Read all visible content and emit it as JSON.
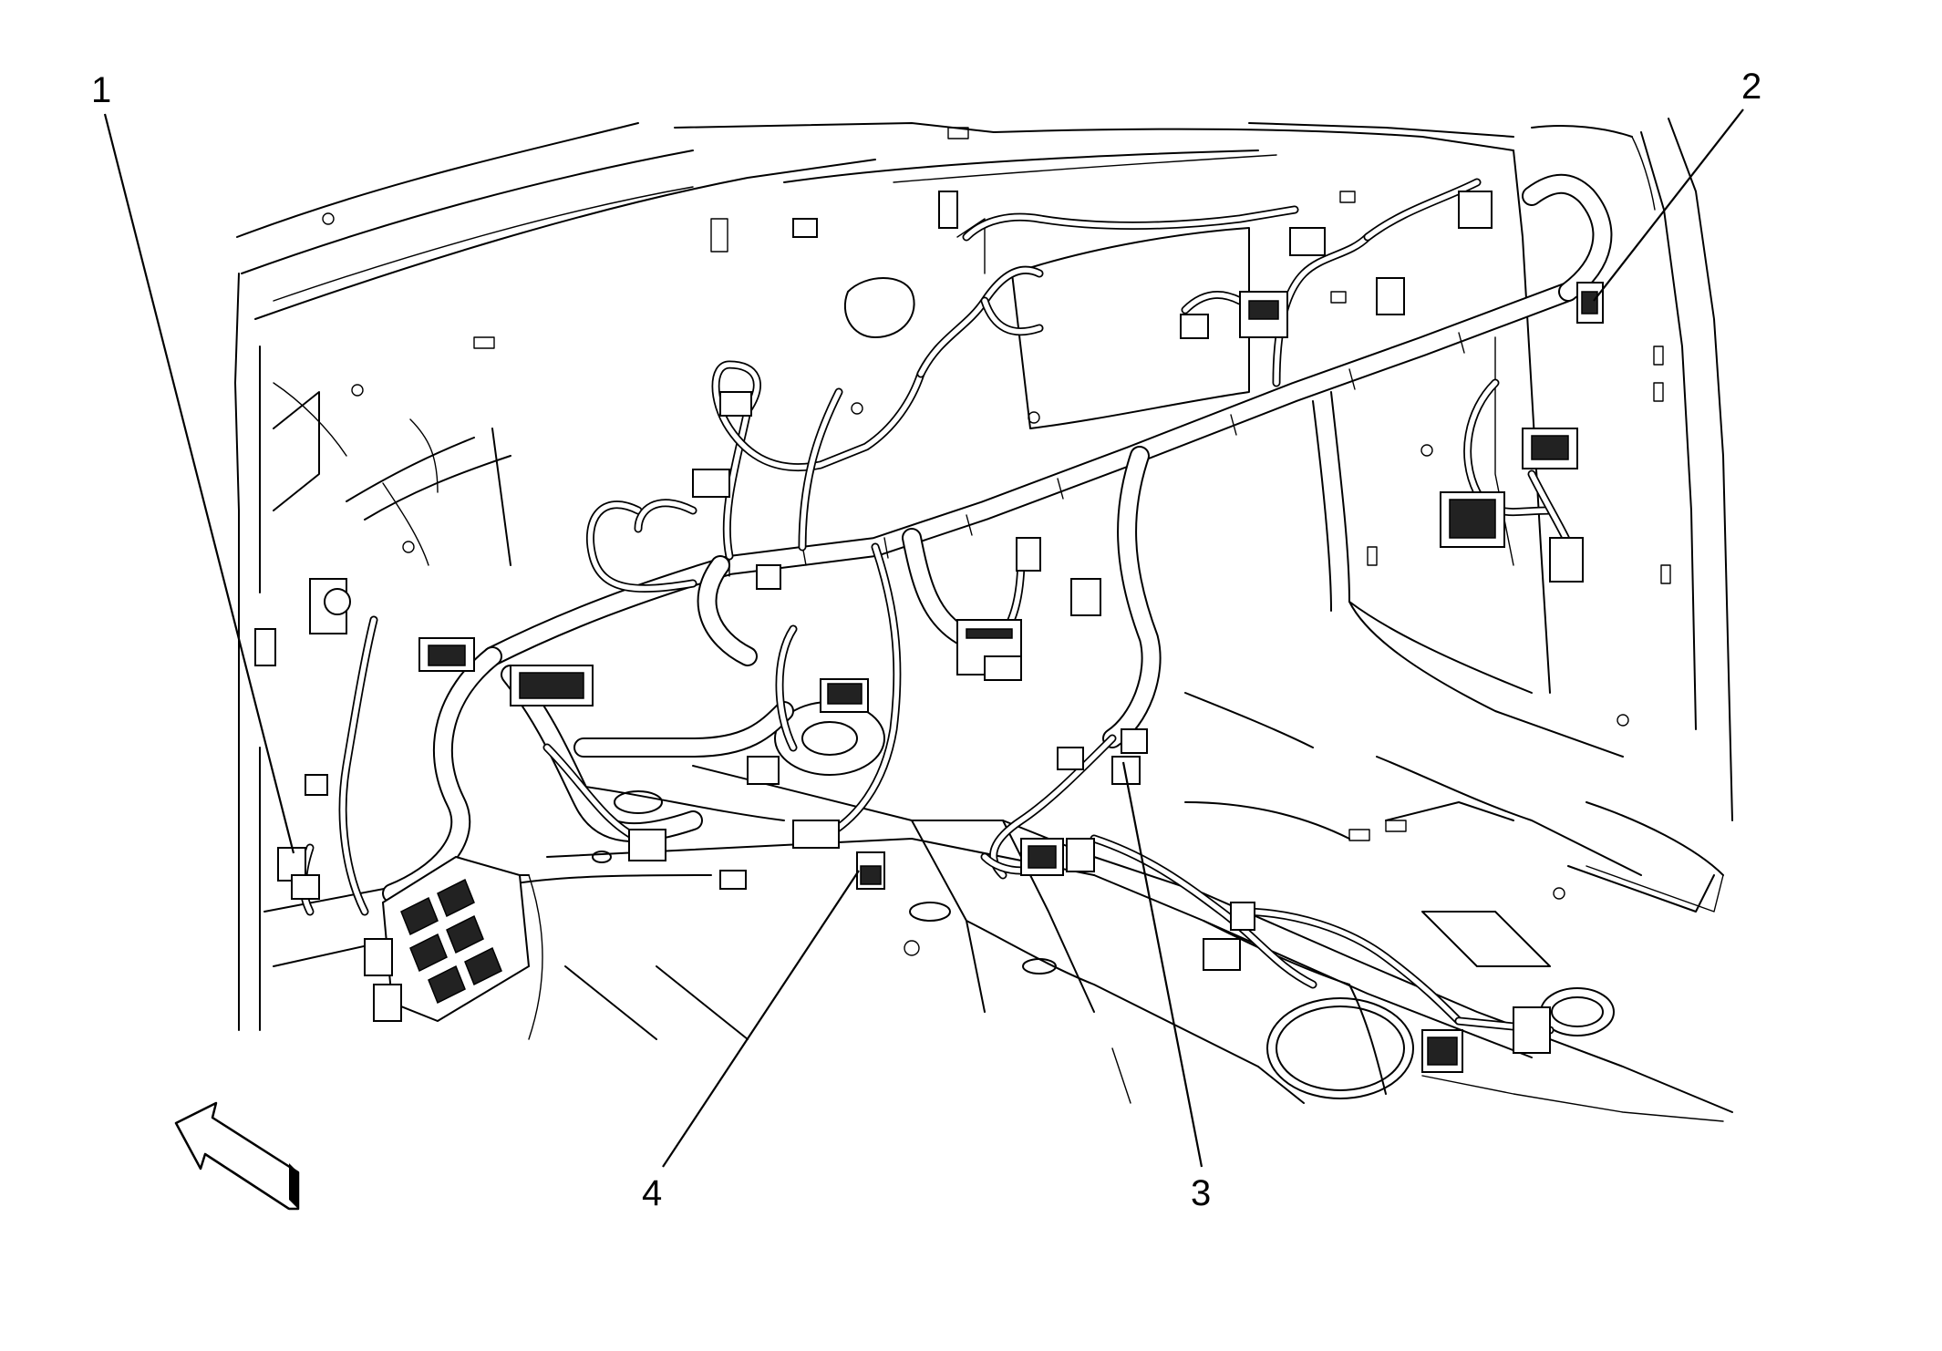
{
  "diagram": {
    "callouts": [
      {
        "id": "1",
        "label": "1"
      },
      {
        "id": "2",
        "label": "2"
      },
      {
        "id": "3",
        "label": "3"
      },
      {
        "id": "4",
        "label": "4"
      }
    ],
    "direction_arrow": "front-direction-arrow-icon"
  }
}
